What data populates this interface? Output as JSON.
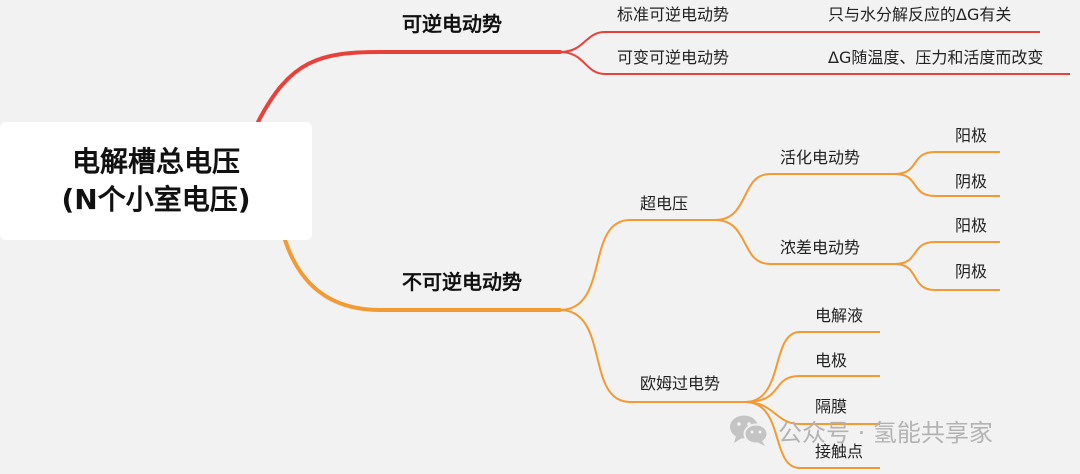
{
  "root": {
    "line1": "电解槽总电压",
    "line2": "(N个小室电压)"
  },
  "branches": {
    "reversible": {
      "label": "可逆电动势",
      "children": [
        {
          "label": "标准可逆电动势",
          "note": "只与水分解反应的ΔG有关"
        },
        {
          "label": "可变可逆电动势",
          "note": "ΔG随温度、压力和活度而改变"
        }
      ]
    },
    "irreversible": {
      "label": "不可逆电动势",
      "overpotential": {
        "label": "超电压",
        "activation": {
          "label": "活化电动势",
          "anode": "阳极",
          "cathode": "阴极"
        },
        "concentration": {
          "label": "浓差电动势",
          "anode": "阳极",
          "cathode": "阴极"
        }
      },
      "ohmic": {
        "label": "欧姆过电势",
        "items": [
          "电解液",
          "电极",
          "隔膜",
          "接触点"
        ]
      }
    }
  },
  "watermark": {
    "text": "公众号 · 氢能共享家",
    "icon": "wechat-icon"
  },
  "colors": {
    "red": "#e8413a",
    "orange": "#f29a33",
    "background": "#f2f2f2"
  }
}
